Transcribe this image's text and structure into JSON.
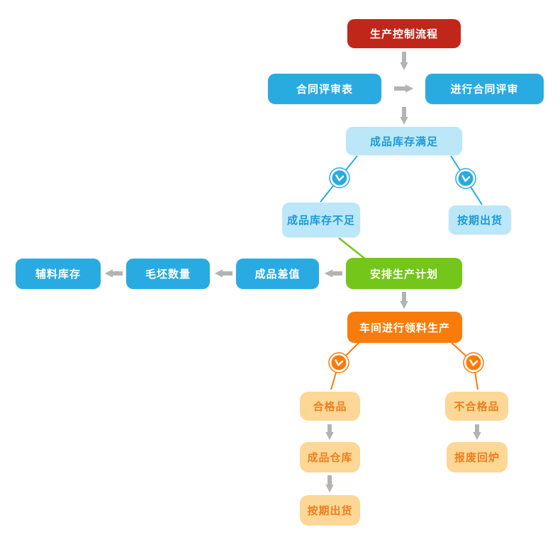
{
  "diagram": {
    "title": "生产控制流程",
    "colors": {
      "red": "#c1261a",
      "blue": "#29abe2",
      "light_blue_bg": "#bce7f9",
      "light_blue_text": "#1e9ad6",
      "green": "#75c61a",
      "orange": "#f97b09",
      "peach_bg": "#fcd795",
      "peach_text": "#ee7e1f",
      "arrow_gray": "#b3b3b3"
    },
    "nodes": {
      "root": {
        "label": "生产控制流程"
      },
      "contract_form": {
        "label": "合同评审表"
      },
      "contract_review": {
        "label": "进行合同评审"
      },
      "stock_sufficient": {
        "label": "成品库存满足"
      },
      "stock_insufficient": {
        "label": "成品库存不足"
      },
      "ship_on_time_1": {
        "label": "按期出货"
      },
      "aux_material_stock": {
        "label": "辅料库存"
      },
      "blank_quantity": {
        "label": "毛坯数量"
      },
      "finished_diff": {
        "label": "成品差值"
      },
      "production_plan": {
        "label": "安排生产计划"
      },
      "workshop_production": {
        "label": "车间进行领料生产"
      },
      "qualified": {
        "label": "合格品"
      },
      "unqualified": {
        "label": "不合格品"
      },
      "finished_warehouse": {
        "label": "成品仓库"
      },
      "scrap_remelt": {
        "label": "报废回炉"
      },
      "ship_on_time_2": {
        "label": "按期出货"
      }
    },
    "icons": [
      {
        "name": "clock-icon",
        "branch": "stock-left",
        "color": "blue"
      },
      {
        "name": "clock-icon",
        "branch": "stock-right",
        "color": "blue"
      },
      {
        "name": "clock-icon",
        "branch": "quality-left",
        "color": "orange"
      },
      {
        "name": "clock-icon",
        "branch": "quality-right",
        "color": "orange"
      }
    ]
  }
}
